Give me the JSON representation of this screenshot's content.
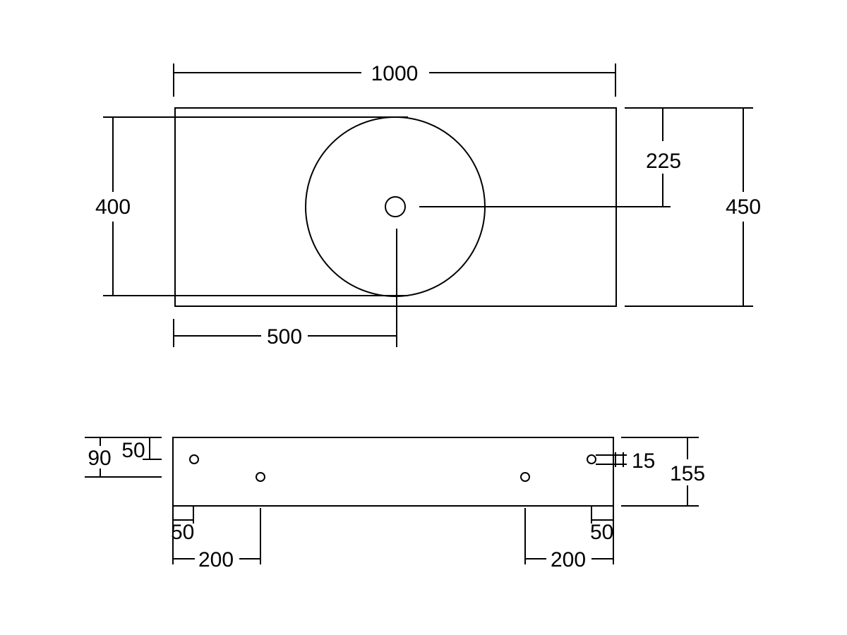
{
  "top_view": {
    "overall_width": "1000",
    "bowl_depth": "400",
    "waste_offset": "225",
    "overall_depth": "450",
    "waste_position": "500"
  },
  "front_view": {
    "height_90": "90",
    "offset_50_vertical": "50",
    "hole_size": "15",
    "overall_height": "155",
    "left_edge_offset": "50",
    "left_spacing": "200",
    "right_spacing": "200",
    "right_edge_offset": "50"
  }
}
